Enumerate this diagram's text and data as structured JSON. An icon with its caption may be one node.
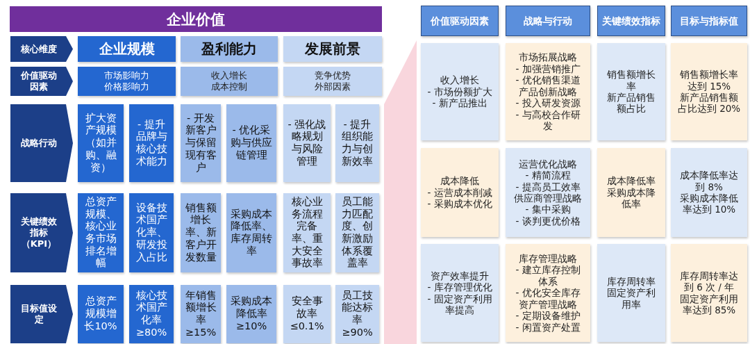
{
  "diagram": {
    "title": "企业价值",
    "nodes": [
      {
        "text": [
          "核心维度"
        ]
      },
      {
        "text": [
          "企业规模"
        ]
      },
      {
        "text": [
          "盈利能力"
        ]
      },
      {
        "text": [
          "发展前景"
        ]
      },
      {
        "text": [
          "价值驱动因素"
        ]
      },
      {
        "text": [
          "市场影响力",
          "价格影响力"
        ]
      },
      {
        "text": [
          "收入增长",
          "成本控制"
        ]
      },
      {
        "text": [
          "竞争优势",
          "外部因素"
        ]
      },
      {
        "text": [
          "战略行动"
        ]
      },
      {
        "text": [
          "扩大资产规模（如并购、融资）"
        ]
      },
      {
        "text": [
          "- 提升品牌与核心技术能力"
        ]
      },
      {
        "text": [
          "- 开发新客户与保留现有客户"
        ]
      },
      {
        "text": [
          "- 优化采购与供应链管理"
        ]
      },
      {
        "text": [
          "- 强化战略规划与风险管理"
        ]
      },
      {
        "text": [
          "- 提升组织能力与创新效率"
        ]
      },
      {
        "text": [
          "关键绩效指标（KPI）"
        ]
      },
      {
        "text": [
          "总资产规模、核心业务市场排名增幅"
        ]
      },
      {
        "text": [
          "设备技术国产化率、研发投入占比"
        ]
      },
      {
        "text": [
          "销售额增长率、新客户开发数量"
        ]
      },
      {
        "text": [
          "采购成本降低率、库存周转率"
        ]
      },
      {
        "text": [
          "核心业务流程完备率、重大安全事故率"
        ]
      },
      {
        "text": [
          "员工能力匹配度、创新激励体系覆盖率"
        ]
      },
      {
        "text": [
          "目标值设定"
        ]
      },
      {
        "text": [
          "总资产规模增长10%"
        ]
      },
      {
        "text": [
          "核心技术国产化率≥80%"
        ]
      },
      {
        "text": [
          "年销售额增长率≥15%"
        ]
      },
      {
        "text": [
          "采购成本降低率≥10%"
        ]
      },
      {
        "text": [
          "安全事故率≤0.1%"
        ]
      },
      {
        "text": [
          "员工技能达标率≥90%"
        ]
      },
      {
        "text": [
          "价值驱动因素"
        ]
      },
      {
        "text": [
          "战略与行动"
        ]
      },
      {
        "text": [
          "关键绩效指标"
        ]
      },
      {
        "text": [
          "目标与指标值"
        ]
      },
      {
        "text": [
          "收入增长",
          "- 市场份额扩大",
          "- 新产品推出"
        ]
      },
      {
        "text": [
          "市场拓展战略",
          "- 加强营销推广",
          "- 优化销售渠道",
          "产品创新战略",
          "- 投入研发资源",
          "- 与高校合作研发"
        ]
      },
      {
        "text": [
          "销售额增长率",
          "新产品销售额占比"
        ]
      },
      {
        "text": [
          "销售额增长率达到 15%",
          "新产品销售额占比达到 20%"
        ]
      },
      {
        "text": [
          "成本降低",
          "- 运营成本削减",
          "- 采购成本优化"
        ]
      },
      {
        "text": [
          "运营优化战略",
          "- 精简流程",
          "- 提高员工效率",
          "供应商管理战略",
          "- 集中采购",
          "- 谈判更优价格"
        ]
      },
      {
        "text": [
          "成本降低率",
          "采购成本降低率"
        ]
      },
      {
        "text": [
          "成本降低率达到 8%",
          "采购成本降低率达到 10%"
        ]
      },
      {
        "text": [
          "资产效率提升",
          "- 库存管理优化",
          "- 固定资产利用率提高"
        ]
      },
      {
        "text": [
          "库存管理战略",
          "- 建立库存控制体系",
          "- 优化安全库存",
          "资产管理战略",
          "- 定期设备维护",
          "- 闲置资产处置"
        ]
      },
      {
        "text": [
          "库存周转率",
          "固定资产利用率"
        ]
      },
      {
        "text": [
          "库存周转率达到 6 次 / 年",
          "固定资产利用率达到 85%"
        ]
      }
    ]
  }
}
